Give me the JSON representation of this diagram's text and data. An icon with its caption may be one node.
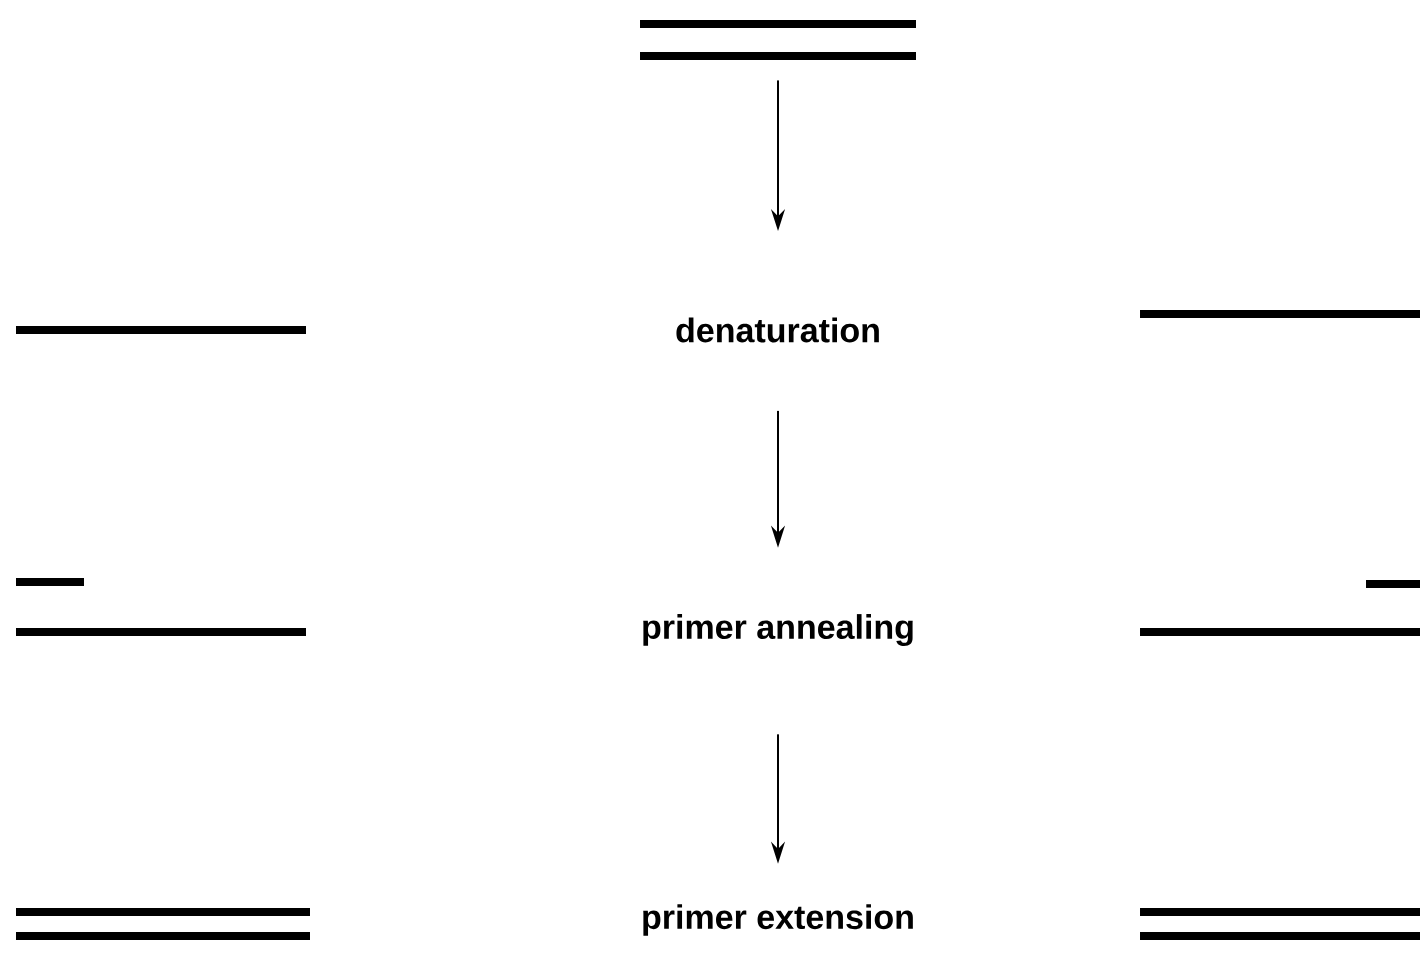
{
  "diagram": {
    "nodes": [
      {
        "text": [],
        "shape": "bar"
      },
      {
        "text": [
          "denaturation"
        ]
      },
      {
        "text": [
          "primer annealing"
        ]
      },
      {
        "text": [
          "primer extension"
        ]
      }
    ],
    "edges": [
      {
        "from": 0,
        "to": 1,
        "arrow": "to"
      },
      {
        "from": 1,
        "to": 2,
        "arrow": "to"
      },
      {
        "from": 2,
        "to": 3,
        "arrow": "to"
      }
    ]
  }
}
